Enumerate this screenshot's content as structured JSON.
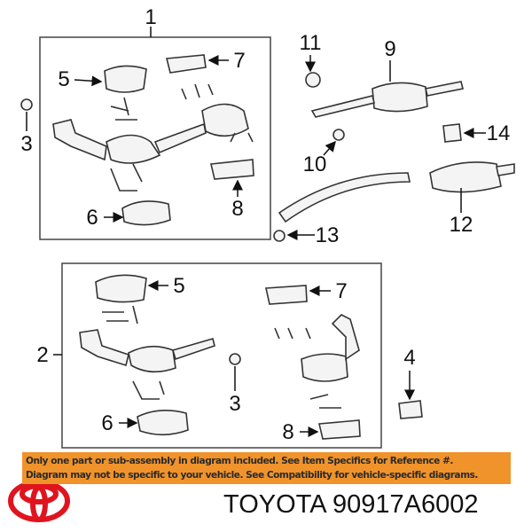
{
  "callouts": {
    "c1": "1",
    "c2": "2",
    "c3a": "3",
    "c3b": "3",
    "c4": "4",
    "c5a": "5",
    "c5b": "5",
    "c6a": "6",
    "c6b": "6",
    "c7a": "7",
    "c7b": "7",
    "c8a": "8",
    "c8b": "8",
    "c9": "9",
    "c10": "10",
    "c11": "11",
    "c12": "12",
    "c13": "13",
    "c14": "14"
  },
  "banner": {
    "line1": "Only one part or sub-assembly in diagram included. See Item Specifics for Reference #.",
    "line2": "Diagram may not be specific to your vehicle. See Compatibility for vehicle-specific diagrams.",
    "color": "#f0932a"
  },
  "brand": {
    "logo": "toyota-logo",
    "logo_color": "#e0141e"
  },
  "title": "TOYOTA 90917A6002"
}
